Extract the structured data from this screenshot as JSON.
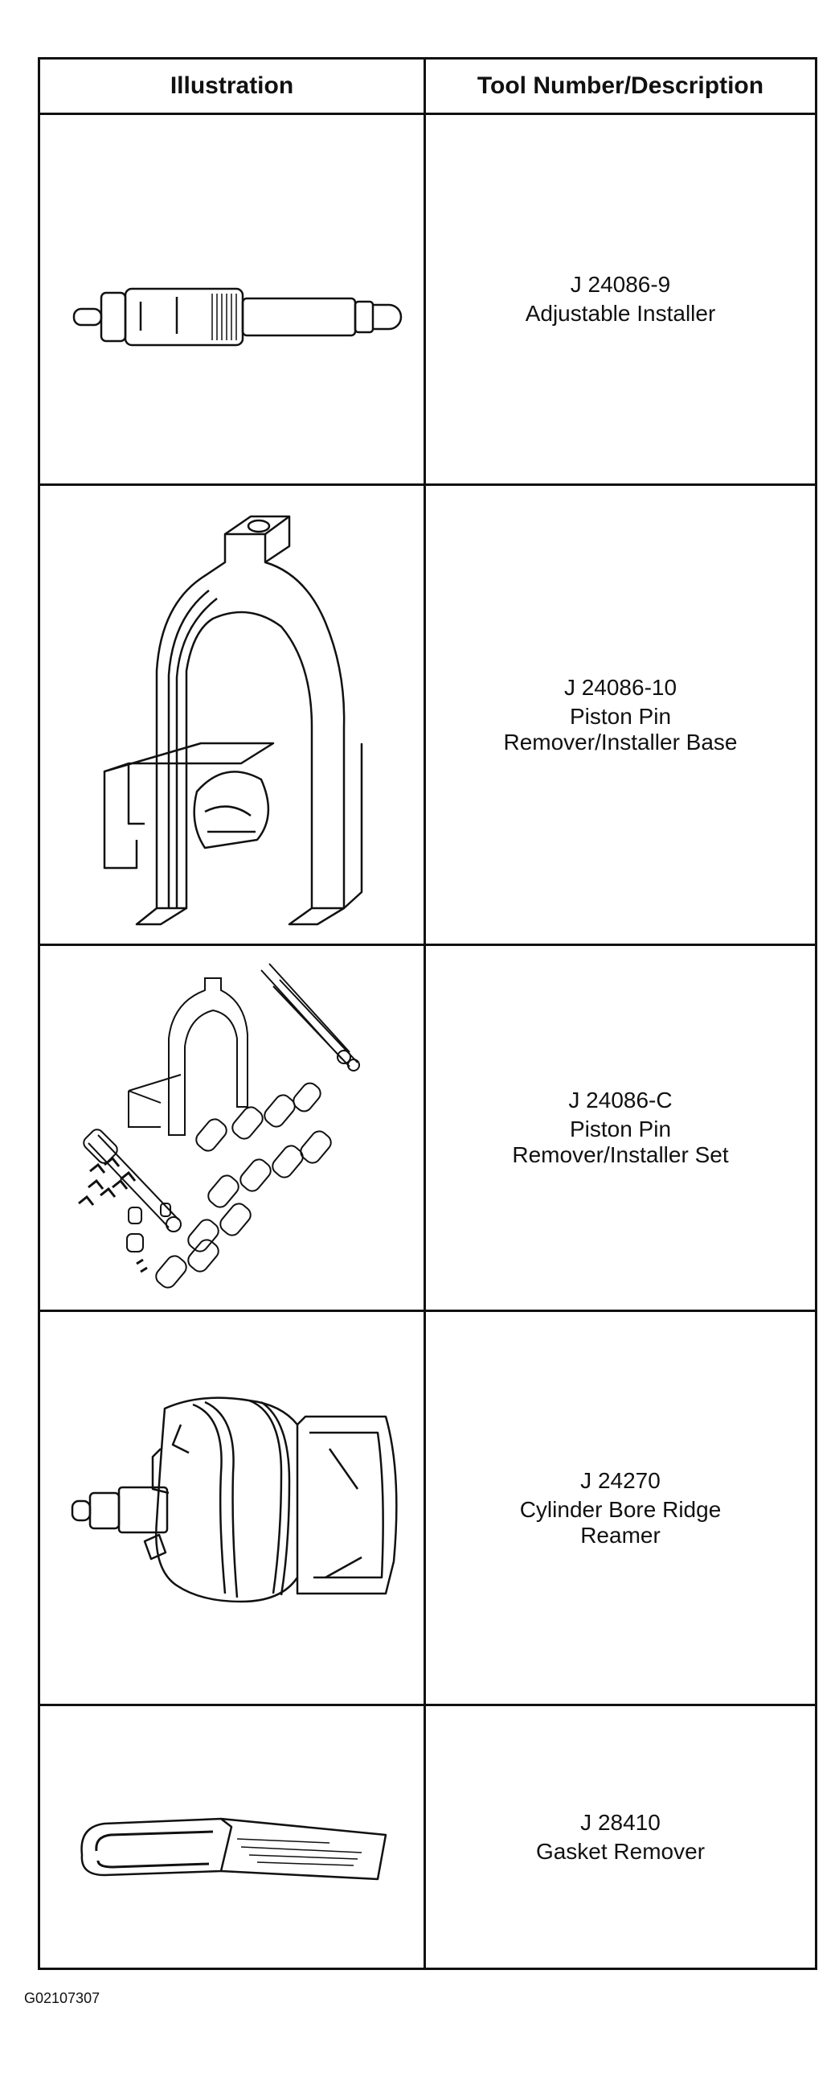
{
  "table": {
    "headers": {
      "illustration": "Illustration",
      "tool": "Tool Number/Description"
    },
    "rows": [
      {
        "number": "J 24086-9",
        "desc": [
          "Adjustable Installer"
        ],
        "icon": "adjustable-installer-illustration"
      },
      {
        "number": "J 24086-10",
        "desc": [
          "Piston Pin",
          "Remover/Installer Base"
        ],
        "icon": "remover-installer-base-illustration"
      },
      {
        "number": "J 24086-C",
        "desc": [
          "Piston Pin",
          "Remover/Installer Set"
        ],
        "icon": "remover-installer-set-illustration"
      },
      {
        "number": "J 24270",
        "desc": [
          "Cylinder Bore Ridge",
          "Reamer"
        ],
        "icon": "ridge-reamer-illustration"
      },
      {
        "number": "J 28410",
        "desc": [
          "Gasket Remover"
        ],
        "icon": "gasket-remover-illustration"
      }
    ]
  },
  "footer": {
    "code": "G02107307"
  },
  "colors": {
    "line": "#111111",
    "background": "#ffffff"
  }
}
